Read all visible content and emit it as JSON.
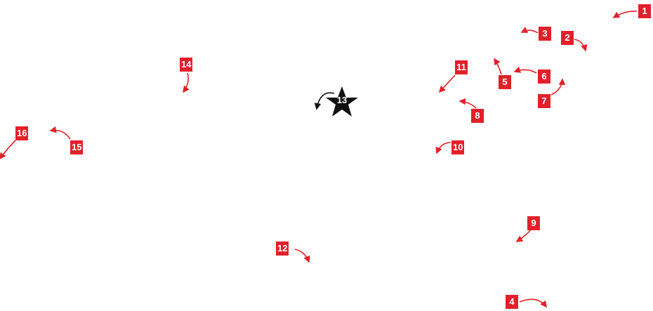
{
  "colors": {
    "marker": "#e3202a",
    "star": "#111111",
    "text": "#ffffff"
  },
  "markers": [
    {
      "label": "1"
    },
    {
      "label": "2"
    },
    {
      "label": "3"
    },
    {
      "label": "4"
    },
    {
      "label": "5"
    },
    {
      "label": "6"
    },
    {
      "label": "7"
    },
    {
      "label": "8"
    },
    {
      "label": "9"
    },
    {
      "label": "10"
    },
    {
      "label": "11"
    },
    {
      "label": "12"
    },
    {
      "label": "14"
    },
    {
      "label": "15"
    },
    {
      "label": "16"
    }
  ],
  "star_marker": {
    "label": "13"
  }
}
